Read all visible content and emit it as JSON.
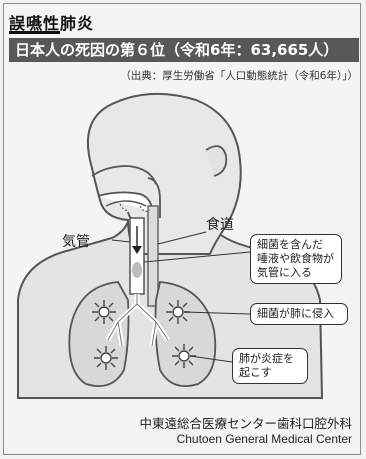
{
  "header": {
    "title": "誤嚥性肺炎",
    "banner": "日本人の死因の第６位（令和6年：63,665人）",
    "source": "（出典：厚生労働省「人口動態統計（令和6年）」）"
  },
  "illustration": {
    "labels": {
      "trachea": "気管",
      "esophagus": "食道"
    },
    "callouts": {
      "aspiration": "細菌を含んだ\n唾液や飲食物が\n気管に入る",
      "invasion": "細菌が肺に侵入",
      "inflammation": "肺が炎症を\n起こす"
    }
  },
  "footer": {
    "credit_ja": "中東遠総合医療センター歯科口腔外科",
    "credit_en": "Chutoen General Medical Center"
  },
  "colors": {
    "banner_bg": "#585858",
    "skin": "#e7e7e7",
    "outline": "#555555",
    "airway": "#ffffff",
    "lung": "#d6d6d6"
  },
  "icons": {
    "inflammation_marker": "burst-icon"
  }
}
